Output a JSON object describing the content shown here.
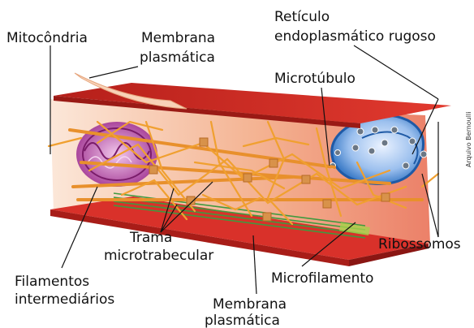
{
  "labels": {
    "mitocondria": "Mitocôndria",
    "membrana_top_1": "Membrana",
    "membrana_top_2": "plasmática",
    "reticulo_1": "Retículo",
    "reticulo_2": "endoplasmático rugoso",
    "microtubulo": "Microtúbulo",
    "trama_1": "Trama",
    "trama_2": "microtrabecular",
    "ribossomos": "Ribossomos",
    "filamentos_1": "Filamentos",
    "filamentos_2": "intermediários",
    "microfilamento": "Microfilamento",
    "membrana_bottom_1": "Membrana",
    "membrana_bottom_2": "plasmática"
  },
  "credit": "Arquivo Bernoulli",
  "colors": {
    "membrane": "#d9312a",
    "membrane_dark": "#a81d18",
    "cytoplasm": "#f4b48c",
    "mitochondria": "#b43ca0",
    "reticulum": "#1f6fc0",
    "filament": "#f0a030",
    "microfilament": "#3f9a3f"
  }
}
